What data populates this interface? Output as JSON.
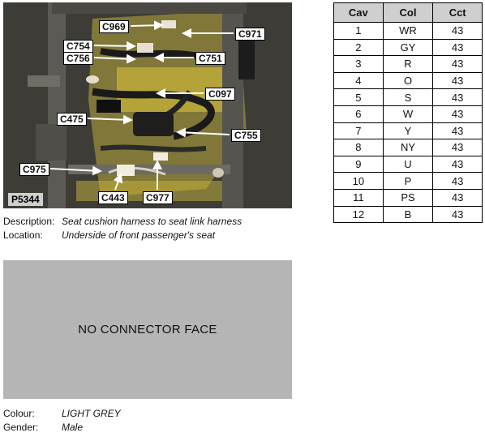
{
  "photo": {
    "id_label": "P5344",
    "callouts": [
      "C969",
      "C971",
      "C754",
      "C756",
      "C751",
      "C097",
      "C475",
      "C755",
      "C975",
      "C443",
      "C977"
    ]
  },
  "description": {
    "label": "Description:",
    "value": "Seat cushion harness to seat link harness"
  },
  "location": {
    "label": "Location:",
    "value": "Underside of front passenger's seat"
  },
  "connector_face": {
    "text": "NO CONNECTOR FACE"
  },
  "colour": {
    "label": "Colour:",
    "value": "LIGHT GREY"
  },
  "gender": {
    "label": "Gender:",
    "value": "Male"
  },
  "pin_table": {
    "headers": [
      "Cav",
      "Col",
      "Cct"
    ],
    "rows": [
      [
        "1",
        "WR",
        "43"
      ],
      [
        "2",
        "GY",
        "43"
      ],
      [
        "3",
        "R",
        "43"
      ],
      [
        "4",
        "O",
        "43"
      ],
      [
        "5",
        "S",
        "43"
      ],
      [
        "6",
        "W",
        "43"
      ],
      [
        "7",
        "Y",
        "43"
      ],
      [
        "8",
        "NY",
        "43"
      ],
      [
        "9",
        "U",
        "43"
      ],
      [
        "10",
        "P",
        "43"
      ],
      [
        "11",
        "PS",
        "43"
      ],
      [
        "12",
        "B",
        "43"
      ]
    ]
  }
}
